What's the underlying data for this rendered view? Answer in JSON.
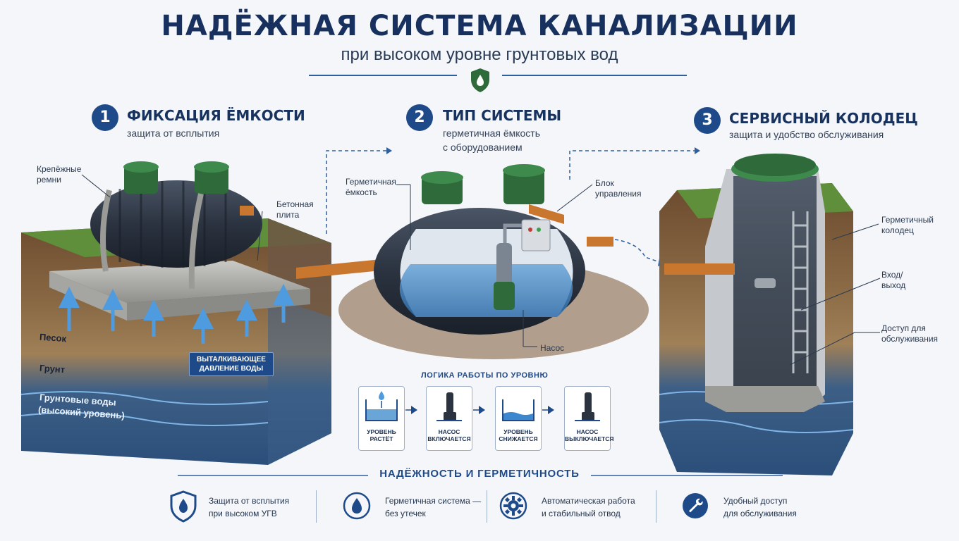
{
  "header": {
    "title": "НАДЁЖНАЯ СИСТЕМА КАНАЛИЗАЦИИ",
    "subtitle": "при высоком уровне грунтовых вод"
  },
  "sections": [
    {
      "num": "1",
      "title": "ФИКСАЦИЯ ЁМКОСТИ",
      "subtitle": "защита от всплытия"
    },
    {
      "num": "2",
      "title": "ТИП СИСТЕМЫ",
      "subtitle_line1": "герметичная ёмкость",
      "subtitle_line2": "с оборудованием"
    },
    {
      "num": "3",
      "title": "СЕРВИСНЫЙ КОЛОДЕЦ",
      "subtitle": "защита и удобство обслуживания"
    }
  ],
  "labels": {
    "straps_1": "Крепёжные",
    "straps_2": "ремни",
    "slab_1": "Бетонная",
    "slab_2": "плита",
    "sand": "Песок",
    "soil": "Грунт",
    "groundwater_1": "Грунтовые воды",
    "groundwater_2": "(высокий уровень)",
    "pressure_1": "ВЫТАЛКИВАЮЩЕЕ",
    "pressure_2": "ДАВЛЕНИЕ ВОДЫ",
    "tank_1": "Герметичная",
    "tank_2": "ёмкость",
    "control_1": "Блок",
    "control_2": "управления",
    "pump": "Насос",
    "well_1": "Герметичный",
    "well_2": "колодец",
    "inout_1": "Вход/",
    "inout_2": "выход",
    "access_1": "Доступ для",
    "access_2": "обслуживания"
  },
  "logic": {
    "title": "ЛОГИКА РАБОТЫ ПО УРОВНЮ",
    "steps": [
      {
        "l1": "УРОВЕНЬ",
        "l2": "РАСТЁТ"
      },
      {
        "l1": "НАСОС",
        "l2": "ВКЛЮЧАЕТСЯ"
      },
      {
        "l1": "УРОВЕНЬ",
        "l2": "СНИЖАЕТСЯ"
      },
      {
        "l1": "НАСОС",
        "l2": "ВЫКЛЮЧАЕТСЯ"
      }
    ]
  },
  "bottom": {
    "title": "НАДЁЖНОСТЬ И ГЕРМЕТИЧНОСТЬ",
    "features": [
      {
        "icon": "shield-drop-icon",
        "l1": "Защита от всплытия",
        "l2": "при высоком УГВ"
      },
      {
        "icon": "water-drop-icon",
        "l1": "Герметичная система —",
        "l2": "без утечек"
      },
      {
        "icon": "gear-icon",
        "l1": "Автоматическая работа",
        "l2": "и стабильный отвод"
      },
      {
        "icon": "wrench-icon",
        "l1": "Удобный доступ",
        "l2": "для обслуживания"
      }
    ]
  },
  "colors": {
    "accent": "#1f4a8a",
    "tank": "#2b3340",
    "lid": "#2f6b3a",
    "pipe": "#c9772e",
    "water": "#2c6aa8"
  }
}
